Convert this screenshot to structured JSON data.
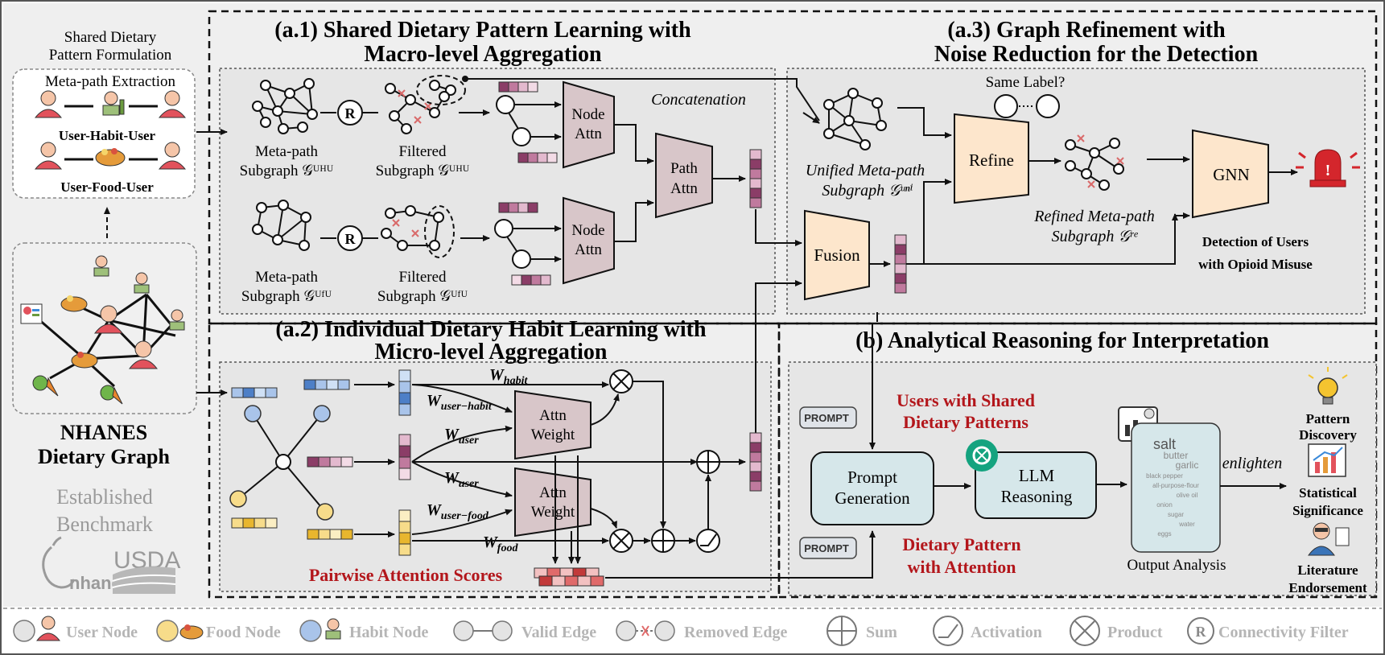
{
  "left_panel": {
    "title_line1": "Shared Dietary",
    "title_line2": "Pattern Formulation",
    "meta_path_extraction": "Meta-path Extraction",
    "user_habit_user": "User-Habit-User",
    "user_food_user": "User-Food-User",
    "graph_title_line1": "NHANES",
    "graph_title_line2": "Dietary Graph",
    "benchmark_line1": "Established",
    "benchmark_line2": "Benchmark",
    "logo_nhanes": "nhanes",
    "logo_usda": "USDA"
  },
  "a1": {
    "title_line1": "(a.1) Shared Dietary Pattern Learning with",
    "title_line2": "Macro-level Aggregation",
    "r_symbol": "R",
    "metapath_uhu_line1": "Meta-path",
    "metapath_uhu_line2": "Subgraph 𝒢ᵁᴴᵁ",
    "filtered_uhu_line1": "Filtered",
    "filtered_uhu_line2": "Subgraph 𝒢ᵁᴴᵁ",
    "metapath_ufu_line1": "Meta-path",
    "metapath_ufu_line2": "Subgraph 𝒢ᵁᶠᵁ",
    "filtered_ufu_line1": "Filtered",
    "filtered_ufu_line2": "Subgraph 𝒢ᵁᶠᵁ",
    "node_attn_line1": "Node",
    "node_attn_line2": "Attn",
    "path_attn_line1": "Path",
    "path_attn_line2": "Attn",
    "concatenation": "Concatenation"
  },
  "a2": {
    "title_line1": "(a.2) Individual Dietary Habit Learning with",
    "title_line2": "Micro-level Aggregation",
    "w_habit": "W",
    "w_habit_sub": "habit",
    "w_user_habit": "W",
    "w_user_habit_sub": "user−habit",
    "w_user_1": "W",
    "w_user_1_sub": "user",
    "w_user_2": "W",
    "w_user_2_sub": "user",
    "w_user_food": "W",
    "w_user_food_sub": "user−food",
    "w_food": "W",
    "w_food_sub": "food",
    "attn_weight_line1": "Attn",
    "attn_weight_line2": "Weight",
    "pairwise": "Pairwise Attention Scores"
  },
  "a3": {
    "title_line1": "(a.3) Graph Refinement with",
    "title_line2": "Noise Reduction for the Detection",
    "same_label": "Same Label?",
    "unified_line1": "Unified Meta-path",
    "unified_line2": "Subgraph 𝒢ᵘⁿⁱ",
    "refine": "Refine",
    "refined_line1": "Refined Meta-path",
    "refined_line2": "Subgraph 𝒢ʳᵉ",
    "fusion": "Fusion",
    "gnn": "GNN",
    "detection_line1": "Detection of Users",
    "detection_line2": "with Opioid Misuse"
  },
  "b": {
    "title": "(b) Analytical Reasoning for Interpretation",
    "prompt_tag": "PROMPT",
    "shared_line1": "Users with Shared",
    "shared_line2": "Dietary Patterns",
    "attention_line1": "Dietary Pattern",
    "attention_line2": "with Attention",
    "prompt_gen_line1": "Prompt",
    "prompt_gen_line2": "Generation",
    "llm_line1": "LLM",
    "llm_line2": "Reasoning",
    "output_analysis": "Output Analysis",
    "enlighten": "enlighten",
    "pattern_line1": "Pattern",
    "pattern_line2": "Discovery",
    "stat_line1": "Statistical",
    "stat_line2": "Significance",
    "lit_line1": "Literature",
    "lit_line2": "Endorsement",
    "wordcloud_words": [
      "salt",
      "butter",
      "garlic",
      "black pepper",
      "all-purpose-flour",
      "olive oil",
      "onion",
      "sugar",
      "water",
      "eggs"
    ]
  },
  "legend": {
    "user_node": "User Node",
    "food_node": "Food Node",
    "habit_node": "Habit Node",
    "valid_edge": "Valid Edge",
    "removed_edge": "Removed Edge",
    "sum": "Sum",
    "activation": "Activation",
    "product": "Product",
    "connectivity_filter": "Connectivity Filter",
    "r_symbol": "R"
  },
  "colors": {
    "panel_bg": "#ececec",
    "node_attn_fill": "#d8c6c9",
    "fusion_fill": "#fde6cc",
    "llm_fill": "#d6e7ea",
    "accent_red": "#b3161b",
    "user_blue": "#a9c4ea",
    "food_yellow": "#f7dc8a",
    "matrix_purple": "#8b3d67"
  }
}
